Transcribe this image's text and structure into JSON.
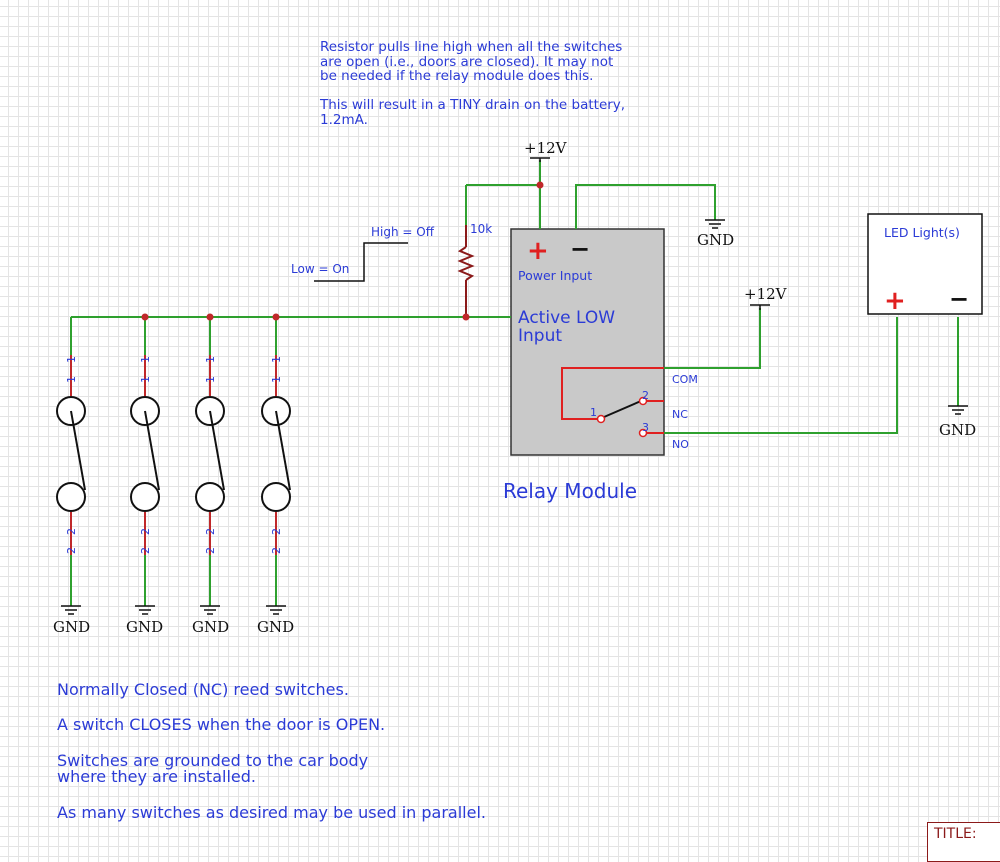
{
  "notes": {
    "resistor": "Resistor pulls line high when all the switches\nare open (i.e., doors are closed).  It may not\nbe needed if the relay module does this.\n\nThis will result in a TINY drain on the battery,\n1.2mA.",
    "nc_switches": "Normally Closed (NC) reed switches.",
    "switch_closes": "A switch CLOSES when the door is OPEN.",
    "grounded": "Switches are grounded to the car body\nwhere they are installed.",
    "parallel": "As many switches as desired may be used in parallel."
  },
  "labels": {
    "plus12v_top": "+12V",
    "plus12v_com": "+12V",
    "gnd": "GND",
    "resistor_value": "10k",
    "high_off": "High = Off",
    "low_on": "Low = On",
    "power_input": "Power Input",
    "active_low": "Active LOW\nInput",
    "relay_module": "Relay Module",
    "com": "COM",
    "nc": "NC",
    "no": "NO",
    "relay_pin1": "1",
    "relay_pin2": "2",
    "relay_pin3": "3",
    "led_lights": "LED Light(s)",
    "plus_sign": "+",
    "minus_sign": "−",
    "switch_pin1": "1",
    "switch_pin2": "2",
    "title": "TITLE:"
  },
  "colors": {
    "wire": "#2ea02e",
    "pin_lead": "#c0282a",
    "junction": "#c0282a",
    "module_fill": "#c9c9c9",
    "text_blue": "#2b3bd6"
  }
}
